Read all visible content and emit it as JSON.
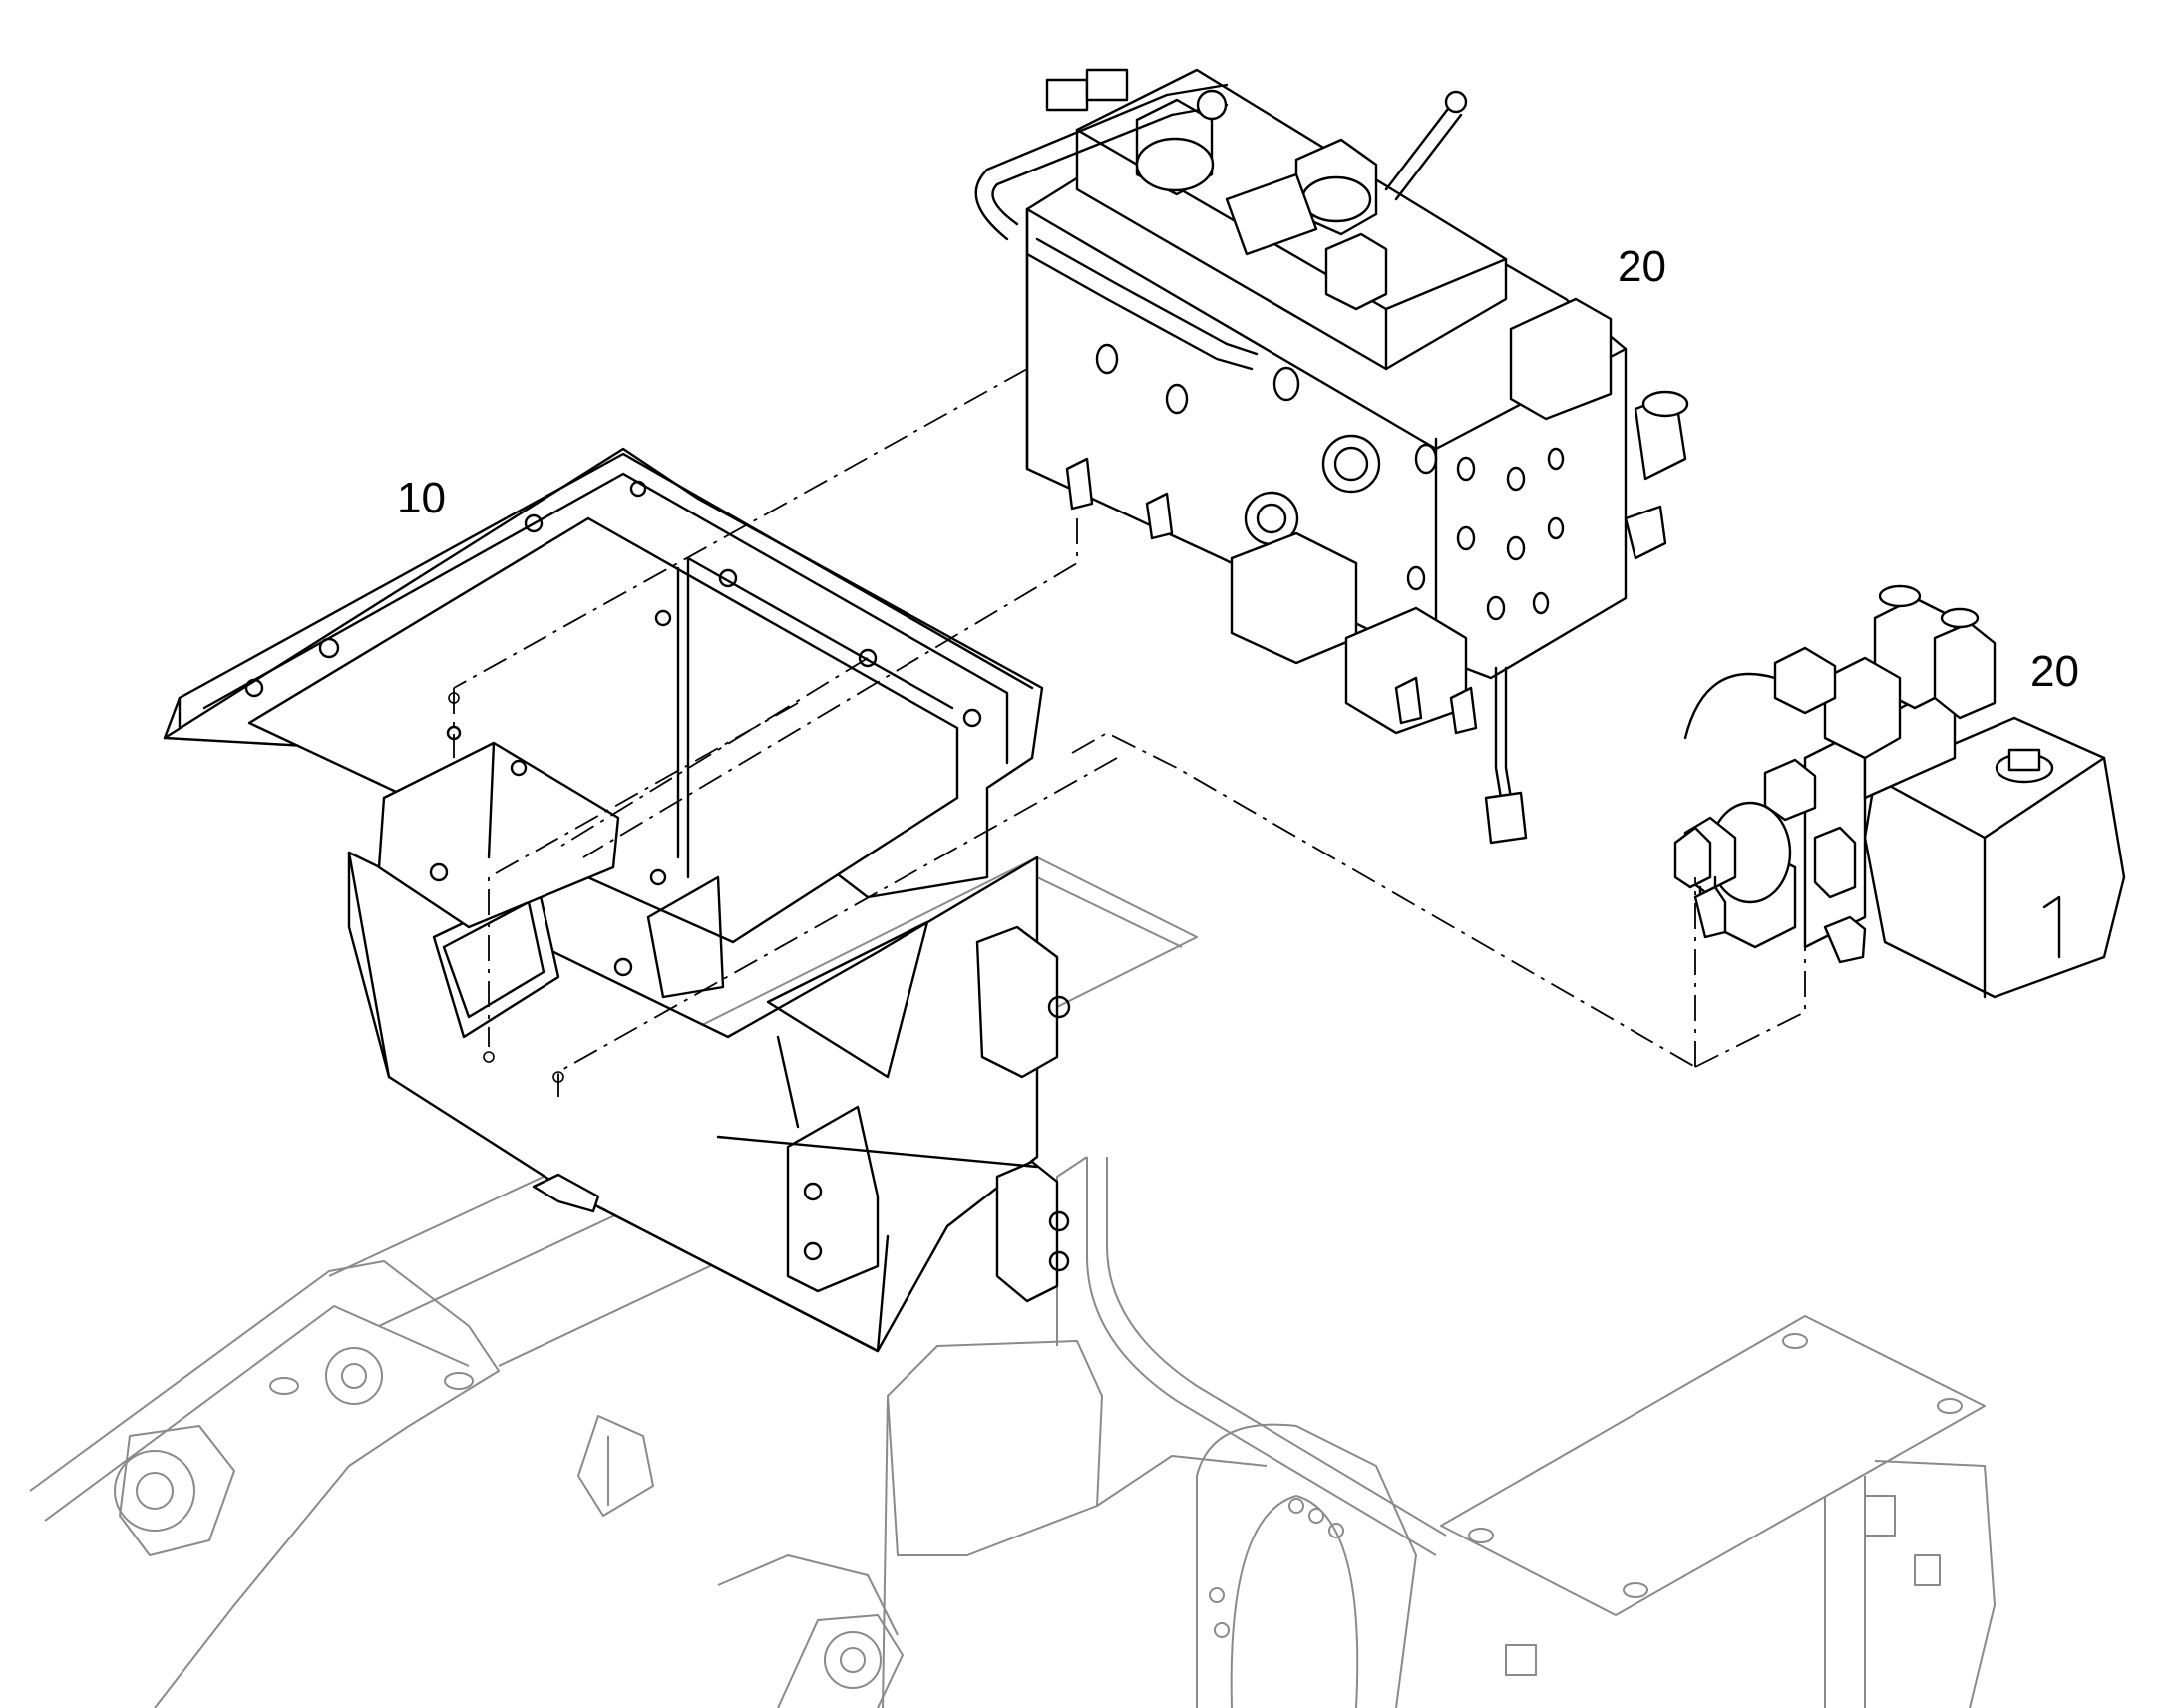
{
  "callouts": {
    "bracket": "10",
    "valve_block_upper": "20",
    "valve_block_lower": "20"
  },
  "colors": {
    "line": "#000000",
    "background_line": "#8a8a8a",
    "background": "#ffffff"
  }
}
